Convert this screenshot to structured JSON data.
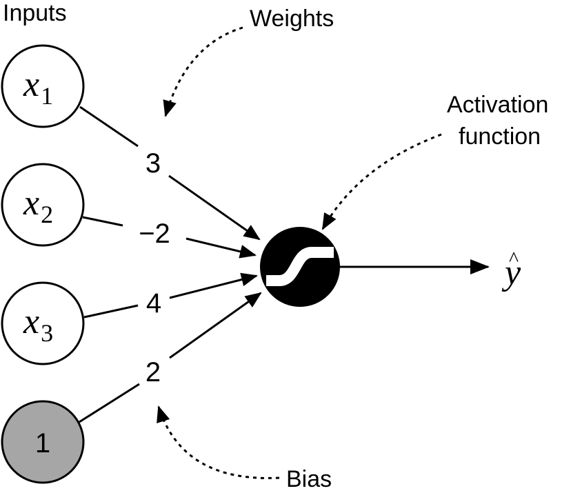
{
  "labels": {
    "inputs": "Inputs",
    "weights": "Weights",
    "activation_line1": "Activation",
    "activation_line2": "function",
    "bias": "Bias"
  },
  "inputs": [
    {
      "var": "x",
      "sub": "1"
    },
    {
      "var": "x",
      "sub": "2"
    },
    {
      "var": "x",
      "sub": "3"
    }
  ],
  "bias_node": {
    "label": "1",
    "fill": "#a6a6a6"
  },
  "weights": [
    "3",
    "−2",
    "4",
    "2"
  ],
  "output": {
    "var": "y",
    "hat": "^"
  },
  "colors": {
    "stroke": "#000000",
    "bias_fill": "#a6a6a6",
    "neuron_fill": "#000000"
  },
  "icons": {
    "neuron": "sigmoid-activation-icon"
  }
}
